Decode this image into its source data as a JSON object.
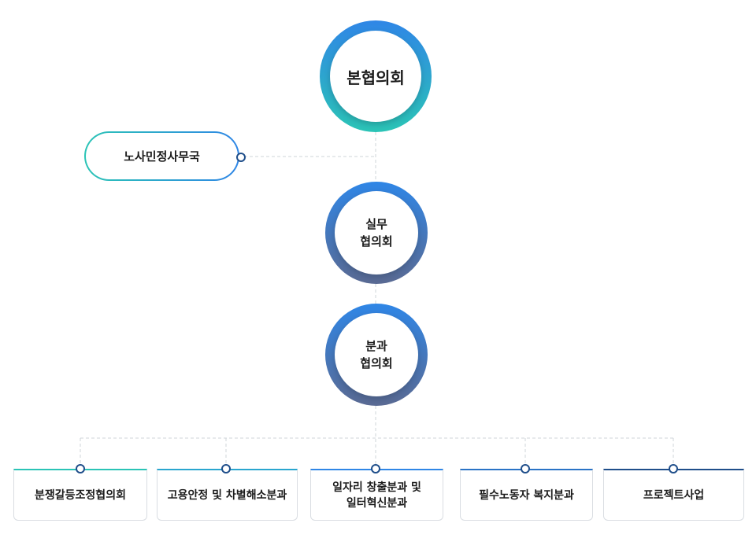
{
  "top_node": {
    "label": "본협의회"
  },
  "secretariat": {
    "label": "노사민정사무국"
  },
  "working_council": {
    "line1": "실무",
    "line2": "협의회"
  },
  "sub_council": {
    "line1": "분과",
    "line2": "협의회"
  },
  "branches": [
    {
      "label": "분쟁갈등조정협의회"
    },
    {
      "label": "고용안정 및 차별해소분과"
    },
    {
      "line1": "일자리 창출분과 및",
      "line2": "일터혁신분과"
    },
    {
      "label": "필수노동자 복지분과"
    },
    {
      "label": "프로젝트사업"
    }
  ],
  "colors": {
    "teal": "#2bc4b6",
    "blue": "#2f86e6",
    "slate": "#5a6a93",
    "navy": "#1f4e8a"
  }
}
